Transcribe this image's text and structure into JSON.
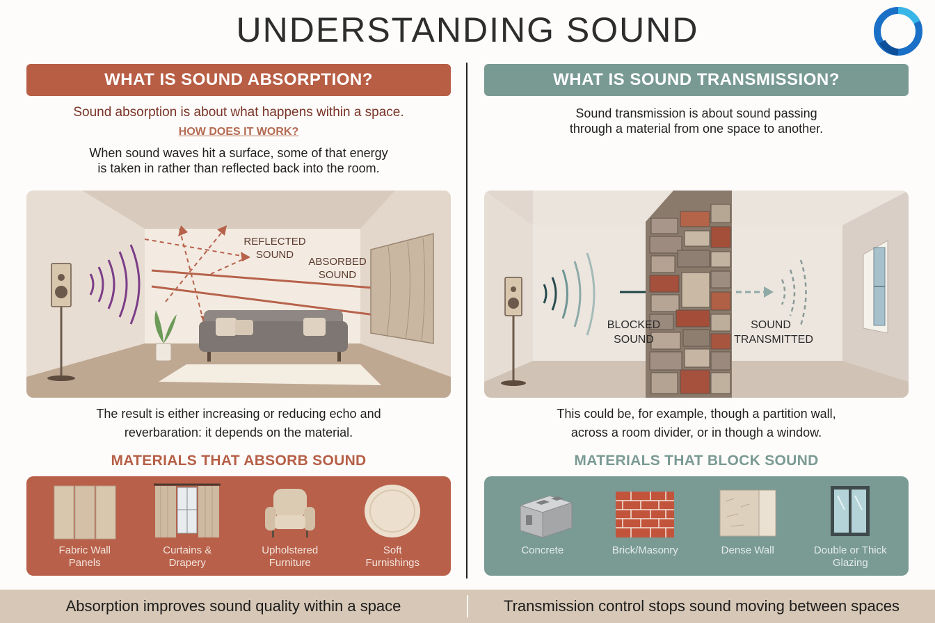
{
  "title": "UNDERSTANDING SOUND",
  "absorption": {
    "banner": "WHAT IS SOUND ABSORPTION?",
    "lead": "Sound absorption is about what happens within a space.",
    "how_label": "HOW DOES IT WORK?",
    "desc_line1": "When sound waves hit a surface, some of that energy",
    "desc_line2": "is taken in rather than reflected back into the room.",
    "scene_label_reflected_1": "REFLECTED",
    "scene_label_reflected_2": "SOUND",
    "scene_label_absorbed_1": "ABSORBED",
    "scene_label_absorbed_2": "SOUND",
    "result_line1": "The result is either increasing or reducing echo and",
    "result_line2": "reverbaration: it depends on the material.",
    "materials_heading": "MATERIALS THAT ABSORB SOUND",
    "materials": [
      {
        "line1": "Fabric Wall",
        "line2": "Panels",
        "icon": "fabric-panels-icon"
      },
      {
        "line1": "Curtains &",
        "line2": "Drapery",
        "icon": "curtains-icon"
      },
      {
        "line1": "Upholstered",
        "line2": "Furniture",
        "icon": "armchair-icon"
      },
      {
        "line1": "Soft",
        "line2": "Furnishings",
        "icon": "cushion-icon"
      }
    ]
  },
  "transmission": {
    "banner": "WHAT IS SOUND TRANSMISSION?",
    "lead_line1": "Sound transmission is about sound passing",
    "lead_line2": "through a material from one space to another.",
    "scene_label_blocked_1": "BLOCKED",
    "scene_label_blocked_2": "SOUND",
    "scene_label_transmitted_1": "SOUND",
    "scene_label_transmitted_2": "TRANSMITTED",
    "result_line1": "This could be, for example, though a partition wall,",
    "result_line2": "across a room divider, or in though a window.",
    "materials_heading": "MATERIALS THAT BLOCK SOUND",
    "materials": [
      {
        "line1": "Concrete",
        "line2": "",
        "icon": "concrete-block-icon"
      },
      {
        "line1": "Brick/Masonry",
        "line2": "",
        "icon": "brick-icon"
      },
      {
        "line1": "Dense Wall",
        "line2": "",
        "icon": "dense-wall-icon"
      },
      {
        "line1": "Double or Thick",
        "line2": "Glazing",
        "icon": "window-icon"
      }
    ]
  },
  "footer": {
    "left": "Absorption improves sound quality within a space",
    "right": "Transmission control stops sound moving between spaces"
  },
  "colors": {
    "rust": "#b75e45",
    "teal": "#789a93",
    "footer_bg": "#d6c7b6"
  }
}
